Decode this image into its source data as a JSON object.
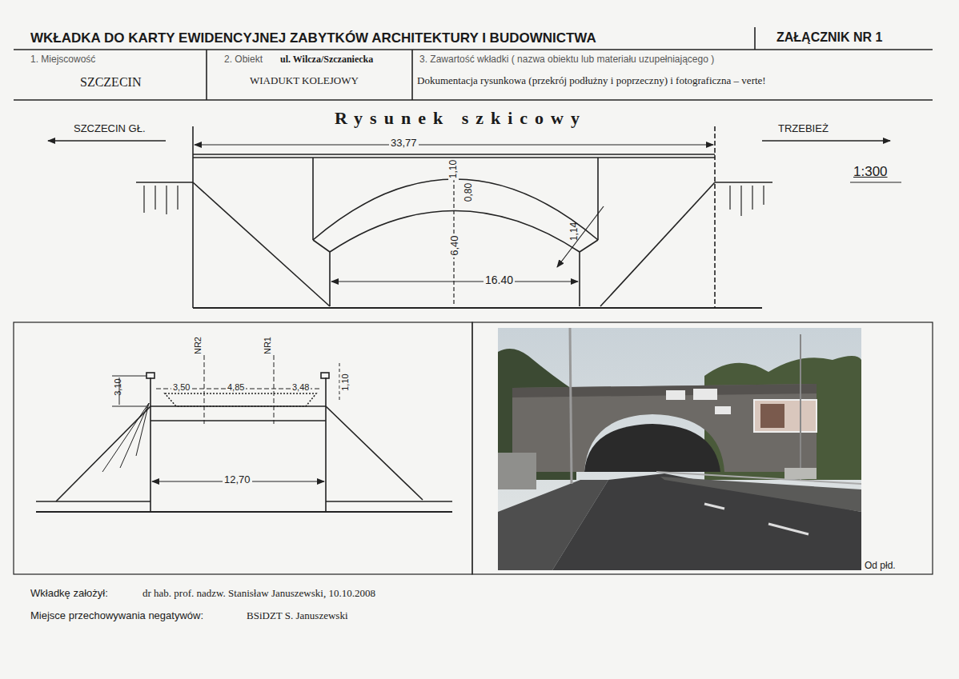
{
  "diagram": {
    "title": "WKŁADKA DO KARTY EWIDENCYJNEJ ZABYTKÓW ARCHITEKTURY I BUDOWNICTWA",
    "nodes": [
      {
        "text": [
          "1. Miejscowość",
          "SZCZECIN"
        ]
      },
      {
        "text": [
          "2. Obiekt",
          "ul. Wilcza/Szczaniecka",
          "WIADUKT KOLEJOWY"
        ]
      },
      {
        "text": [
          "3. Zawartość wkładki ( nazwa obiektu lub materiału uzupełniającego )",
          "Dokumentacja rysunkowa (przekrój podłużny i poprzeczny) i fotograficzna – verte!"
        ]
      }
    ],
    "labels": [
      "ZAŁĄCZNIK NR 1",
      "Rysunek szkicowy",
      "SZCZECIN GŁ.",
      "TRZEBIEŻ",
      "1:300",
      "33,77",
      "1,10",
      "0,80",
      "6,40",
      "1,14",
      "16.40",
      "NR2",
      "NR1",
      "3,10",
      "3,50",
      "4,85",
      "3,48",
      "1,10",
      "12,70",
      "Od płd.",
      "Wkładkę założył:",
      "dr hab. prof. nadzw. Stanisław Januszewski, 10.10.2008",
      "Miejsce przechowywania negatywów:",
      "BSiDZT S. Januszewski"
    ]
  }
}
